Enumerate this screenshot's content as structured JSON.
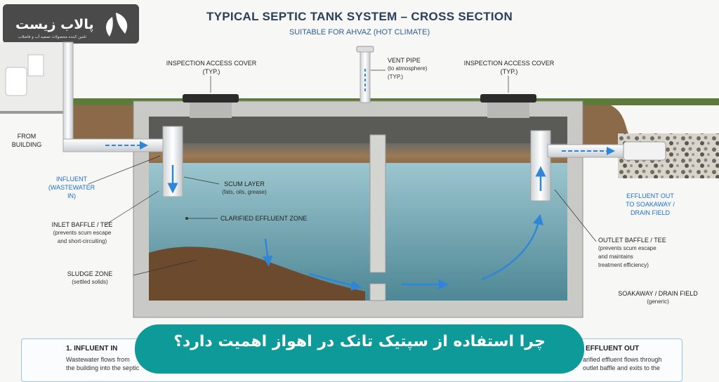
{
  "title": "TYPICAL SEPTIC TANK SYSTEM – CROSS SECTION",
  "subtitle": "SUITABLE FOR AHVAZ (HOT CLIMATE)",
  "logo": {
    "name": "پالاب زیست",
    "tagline": "تامین کننده محصولات تصفیه آب و فاضلاب"
  },
  "labels": {
    "inspection_left": "INSPECTION ACCESS COVER",
    "inspection_left_sub": "(TYP.)",
    "inspection_right": "INSPECTION ACCESS COVER",
    "inspection_right_sub": "(TYP.)",
    "vent_pipe": "VENT PIPE",
    "vent_pipe_sub1": "(to atmosphere)",
    "vent_pipe_sub2": "(TYP.)",
    "from_building_1": "FROM",
    "from_building_2": "BUILDING",
    "influent_1": "INFLUENT",
    "influent_2": "(WASTEWATER",
    "influent_3": "IN)",
    "inlet_baffle": "INLET BAFFLE / TEE",
    "inlet_baffle_sub1": "(prevents scum escape",
    "inlet_baffle_sub2": "and short-circuiting)",
    "sludge_zone": "SLUDGE ZONE",
    "sludge_zone_sub": "(settled solids)",
    "scum_layer": "SCUM LAYER",
    "scum_layer_sub": "(fats, oils, grease)",
    "clarified_zone": "CLARIFIED EFFLUENT ZONE",
    "effluent_out_1": "EFFLUENT OUT",
    "effluent_out_2": "TO SOAKAWAY /",
    "effluent_out_3": "DRAIN FIELD",
    "outlet_baffle": "OUTLET BAFFLE / TEE",
    "outlet_baffle_sub1": "(prevents scum escape",
    "outlet_baffle_sub2": "and maintains",
    "outlet_baffle_sub3": "treatment efficiency)",
    "soakaway": "SOAKAWAY / DRAIN FIELD",
    "soakaway_sub": "(generic)"
  },
  "cards": {
    "left_title": "1. INFLUENT IN",
    "left_body_1": "Wastewater flows from",
    "left_body_2": "the building into the septic",
    "right_title": "EFFLUENT OUT",
    "right_body_1": "arified effluent flows through",
    "right_body_2": "outlet baffle and exits to the"
  },
  "banner": "چرا استفاده از سپتیک تانک در اهواز اهمیت دارد؟",
  "colors": {
    "water": "#7fb3bf",
    "concrete": "#c9c9c6",
    "soil": "#8a6a49",
    "arrow": "#2f86d8",
    "banner": "#0f9a9a",
    "title": "#2a3f5a"
  }
}
